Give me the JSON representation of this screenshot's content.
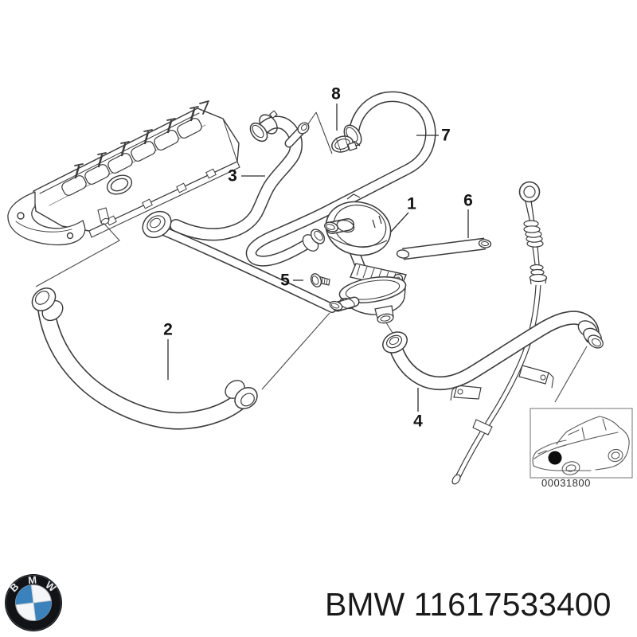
{
  "diagram": {
    "title_hint": "crankcase-ventilation-parts-diagram",
    "callouts": [
      {
        "label": "1"
      },
      {
        "label": "2"
      },
      {
        "label": "3"
      },
      {
        "label": "4"
      },
      {
        "label": "5"
      },
      {
        "label": "6"
      },
      {
        "label": "7"
      },
      {
        "label": "8"
      }
    ],
    "image_number": "00031800"
  },
  "footer": {
    "brand": "BMW",
    "part_number": "11617533400"
  },
  "logo": {
    "letters": [
      "B",
      "M",
      "W"
    ],
    "colors": {
      "ring": "#111316",
      "blue": "#3b82bd",
      "white": "#f4f6f7"
    }
  },
  "art": {
    "line_color": "#3c3c3c",
    "background": "#ffffff",
    "box_border": "#8a8a8a"
  }
}
